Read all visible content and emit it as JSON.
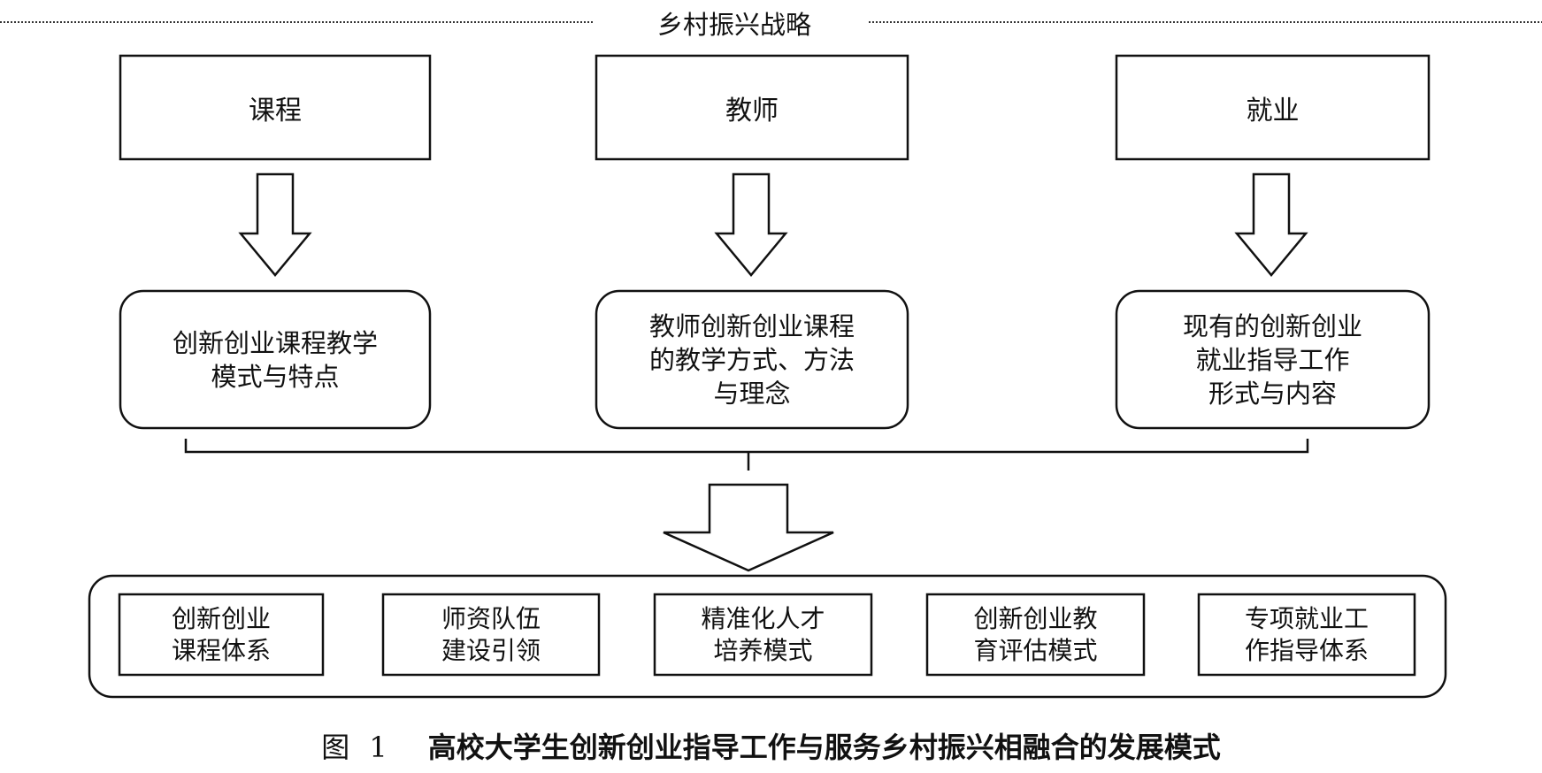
{
  "header": {
    "title": "乡村振兴战略"
  },
  "top_boxes": [
    {
      "label": "课程"
    },
    {
      "label": "教师"
    },
    {
      "label": "就业"
    }
  ],
  "middle_boxes": [
    {
      "label": "创新创业课程教学\n模式与特点"
    },
    {
      "label": "教师创新创业课程\n的教学方式、方法\n与理念"
    },
    {
      "label": "现有的创新创业\n就业指导工作\n形式与内容"
    }
  ],
  "bottom_items": [
    {
      "label": "创新创业\n课程体系"
    },
    {
      "label": "师资队伍\n建设引领"
    },
    {
      "label": "精准化人才\n培养模式"
    },
    {
      "label": "创新创业教\n育评估模式"
    },
    {
      "label": "专项就业工\n作指导体系"
    }
  ],
  "caption": {
    "figure_label": "图 1",
    "text": "高校大学生创新创业指导工作与服务乡村振兴相融合的发展模式"
  }
}
